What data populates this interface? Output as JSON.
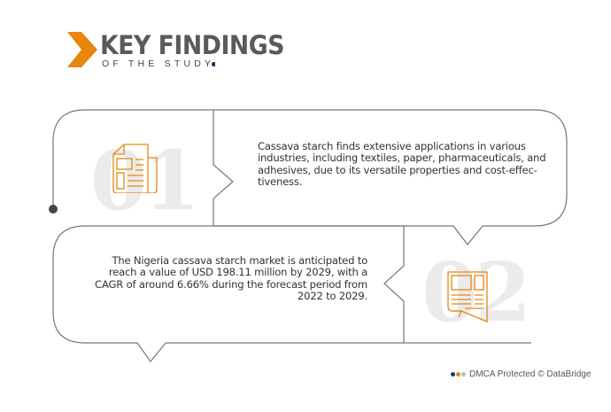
{
  "header": {
    "title": "KEY FINDINGS",
    "subtitle": "OF THE STUDY"
  },
  "findings": [
    {
      "number": "01",
      "icon": "newspaper-icon",
      "text": "Cassava starch finds extensive applications in various industries, including textiles, paper, pharmaceuticals, and adhesives, due to its versatile properties and cost-effec-tiveness."
    },
    {
      "number": "02",
      "icon": "document-icon",
      "text": "The Nigeria cassava starch  market is anticipated to reach a value of USD 198.11 million by 2029, with a CAGR of around 6.66% during the forecast period from 2022 to 2029."
    }
  ],
  "footer": {
    "text": "DMCA Protected © DataBridge"
  },
  "colors": {
    "accent": "#e8870e",
    "title": "#5a5a5a",
    "line": "#777777",
    "number": "#ebebeb",
    "dot_blue": "#0b3e7a"
  }
}
